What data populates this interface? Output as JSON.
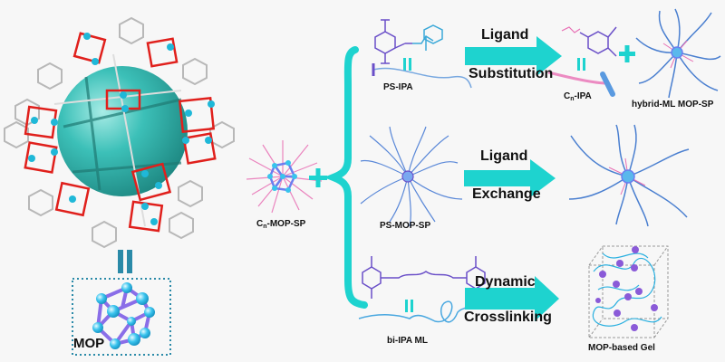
{
  "figure": {
    "left_panel": {
      "structure_label": "MOP",
      "equivalence_symbol": "="
    },
    "start_material": {
      "prefix": "C",
      "subscript": "n",
      "suffix": "-MOP-SP"
    },
    "routes": [
      {
        "reagent_label": "PS-IPA",
        "arrow_top": "Ligand",
        "arrow_bottom": "Substitution",
        "product_ligand": {
          "prefix": "C",
          "subscript": "n",
          "suffix": "-IPA"
        },
        "product_label": "hybrid-ML MOP-SP"
      },
      {
        "reagent_label": "PS-MOP-SP",
        "arrow_top": "Ligand",
        "arrow_bottom": "Exchange",
        "product_label": ""
      },
      {
        "reagent_label": "bi-IPA ML",
        "arrow_top": "Dynamic",
        "arrow_bottom": "Crosslinking",
        "product_label": "MOP-based Gel"
      }
    ],
    "colors": {
      "accent": "#1ed3cf",
      "sphere": "#3cc0b8",
      "ligand_purple": "#6a4fc8",
      "polymer_blue": "#4a7fd0",
      "alkyl_pink": "#e86fb4",
      "oxygen_red": "#e0201c",
      "metal_cyan": "#22b8d8",
      "box_dotted": "#2a8aa8"
    }
  }
}
